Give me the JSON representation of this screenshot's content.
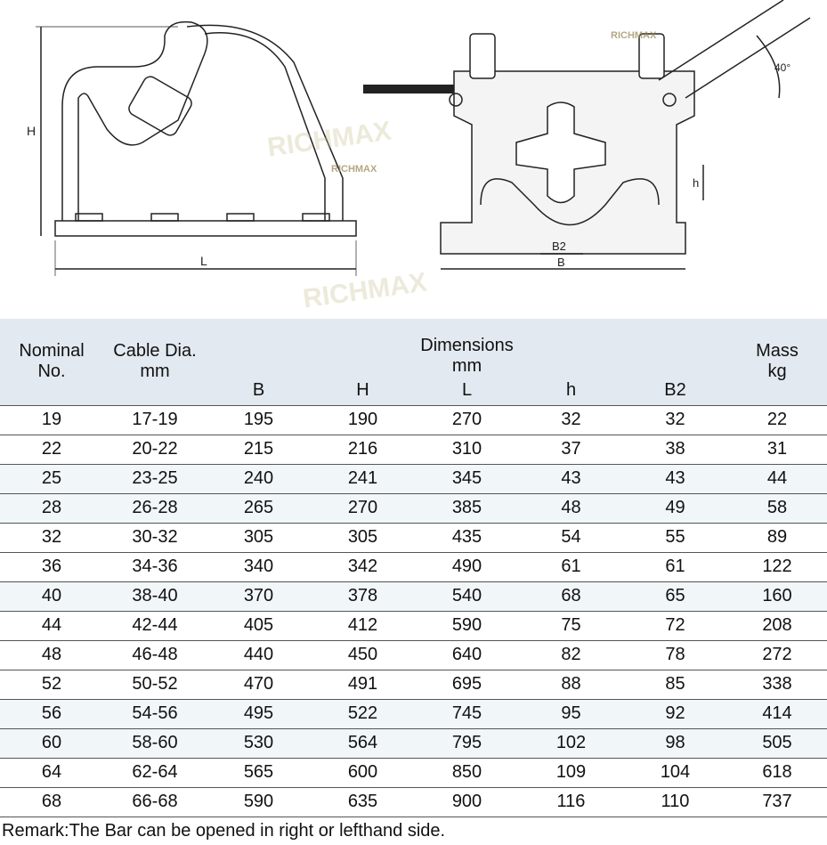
{
  "drawing": {
    "labels": {
      "H": "H",
      "L": "L",
      "h": "h",
      "B2": "B2",
      "B": "B",
      "angle": "40°"
    },
    "watermark": "RICHMAX"
  },
  "table": {
    "headers": {
      "nominal": "Nominal No.",
      "cable": "Cable Dia. mm",
      "dimensions": "Dimensions mm",
      "mass": "Mass kg",
      "sub": [
        "B",
        "H",
        "L",
        "h",
        "B2"
      ]
    },
    "rows": [
      [
        "19",
        "17-19",
        "195",
        "190",
        "270",
        "32",
        "32",
        "22"
      ],
      [
        "22",
        "20-22",
        "215",
        "216",
        "310",
        "37",
        "38",
        "31"
      ],
      [
        "25",
        "23-25",
        "240",
        "241",
        "345",
        "43",
        "43",
        "44"
      ],
      [
        "28",
        "26-28",
        "265",
        "270",
        "385",
        "48",
        "49",
        "58"
      ],
      [
        "32",
        "30-32",
        "305",
        "305",
        "435",
        "54",
        "55",
        "89"
      ],
      [
        "36",
        "34-36",
        "340",
        "342",
        "490",
        "61",
        "61",
        "122"
      ],
      [
        "40",
        "38-40",
        "370",
        "378",
        "540",
        "68",
        "65",
        "160"
      ],
      [
        "44",
        "42-44",
        "405",
        "412",
        "590",
        "75",
        "72",
        "208"
      ],
      [
        "48",
        "46-48",
        "440",
        "450",
        "640",
        "82",
        "78",
        "272"
      ],
      [
        "52",
        "50-52",
        "470",
        "491",
        "695",
        "88",
        "85",
        "338"
      ],
      [
        "56",
        "54-56",
        "495",
        "522",
        "745",
        "95",
        "92",
        "414"
      ],
      [
        "60",
        "58-60",
        "530",
        "564",
        "795",
        "102",
        "98",
        "505"
      ],
      [
        "64",
        "62-64",
        "565",
        "600",
        "850",
        "109",
        "104",
        "618"
      ],
      [
        "68",
        "66-68",
        "590",
        "635",
        "900",
        "116",
        "110",
        "737"
      ]
    ]
  },
  "remark": "Remark:The Bar can be opened in right or lefthand side."
}
